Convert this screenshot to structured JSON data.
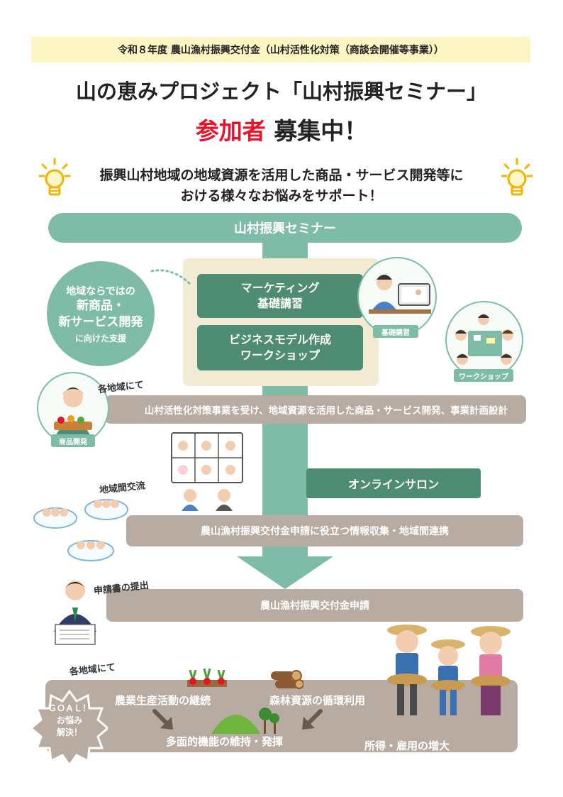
{
  "header": {
    "subsidy": "令和８年度 農山漁村振興交付金（山村活性化対策（商談会開催等事業））",
    "title": "山の恵みプロジェクト「山村振興セミナー」",
    "recruit_red": "参加者",
    "recruit_rest": " 募集中！",
    "tagline_line1": "振興山村地域の地域資源を活用した商品・サービス開発等に",
    "tagline_line2": "おける様々なお悩みをサポート！"
  },
  "seminar": {
    "banner": "山村振興セミナー",
    "support_l1": "地域ならではの",
    "support_l2": "新商品・",
    "support_l3": "新サービス開発",
    "support_l4": "に向けた支援",
    "marketing_l1": "マーケティング",
    "marketing_l2": "基礎講習",
    "bizmodel_l1": "ビジネスモデル作成",
    "bizmodel_l2": "ワークショップ",
    "tag_lecture": "基礎講習",
    "tag_workshop": "ワークショップ"
  },
  "regional": {
    "label": "各地域にて",
    "bar": "山村活性化対策事業を受け、地域資源を活用した商品・サービス開発、事業計画設計",
    "tag_product": "商品開発"
  },
  "online": {
    "label": "地域間交流",
    "salon": "オンラインサロン",
    "bar": "農山漁村振興交付金申請に役立つ情報収集・地域間連携"
  },
  "application": {
    "label": "申請書の提出",
    "bar": "農山漁村振興交付金申請"
  },
  "goal": {
    "label": "各地域にて",
    "badge_l1": "ＧＯＡＬ！",
    "badge_l2": "お悩み",
    "badge_l3": "解決！",
    "agri": "農業生産活動の継続",
    "forest": "森林資源の循環利用",
    "multi": "多面的機能の維持・発揮",
    "income": "所得・雇用の増大"
  },
  "colors": {
    "accent_green": "#7ebca7",
    "dark_green": "#4e8d73",
    "beige": "#f1ebd3",
    "taupe": "#b8aba2",
    "red": "#e8132a",
    "yellow_bar": "#fbf6c4"
  }
}
